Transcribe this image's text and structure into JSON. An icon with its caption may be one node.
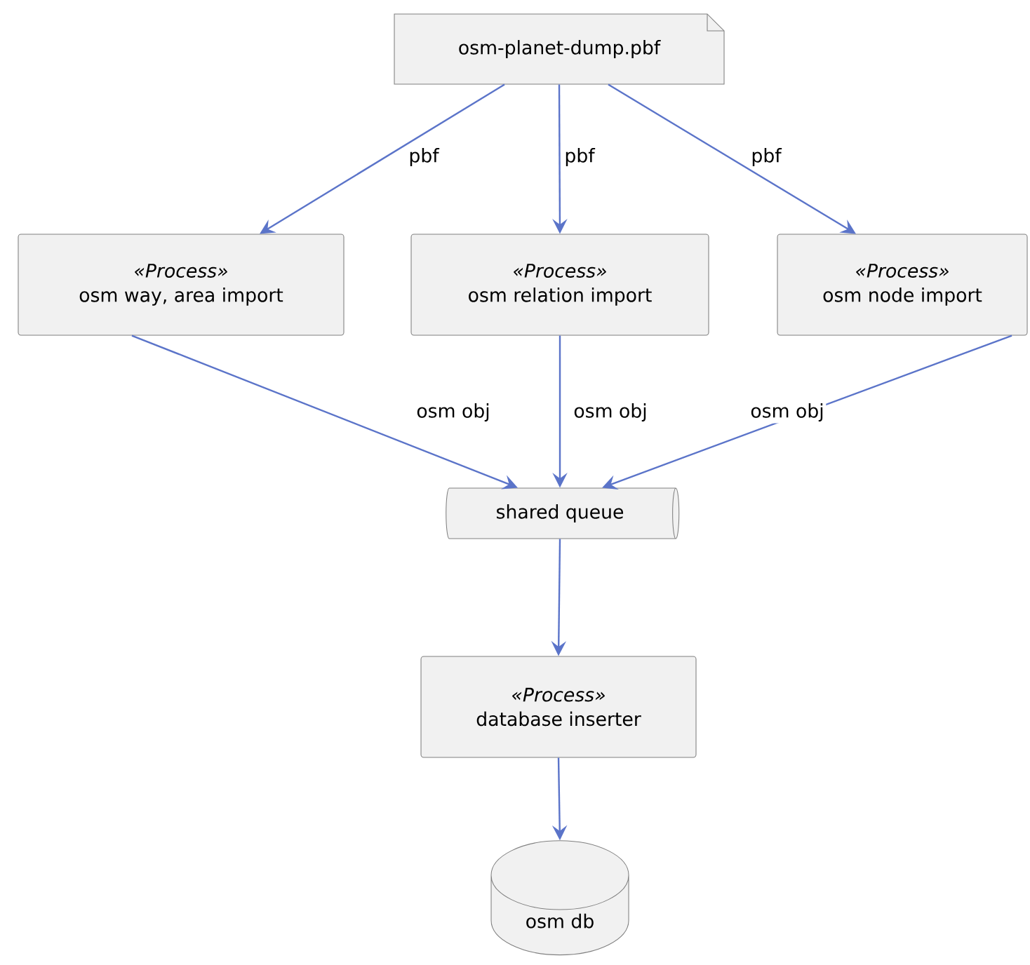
{
  "diagram": {
    "nodes": [
      {
        "text": [
          "osm-planet-dump.pbf"
        ]
      },
      {
        "text": [
          "«Process»",
          "osm way, area import"
        ]
      },
      {
        "text": [
          "«Process»",
          "osm relation import"
        ]
      },
      {
        "text": [
          "«Process»",
          "osm node import"
        ]
      },
      {
        "text": [
          "shared queue"
        ]
      },
      {
        "text": [
          "«Process»",
          "database inserter"
        ]
      },
      {
        "text": [
          "osm db"
        ]
      }
    ],
    "edges": [
      {
        "from": 0,
        "to": 1,
        "arrow": "to",
        "label": "pbf"
      },
      {
        "from": 0,
        "to": 2,
        "arrow": "to",
        "label": "pbf"
      },
      {
        "from": 0,
        "to": 3,
        "arrow": "to",
        "label": "pbf"
      },
      {
        "from": 1,
        "to": 4,
        "arrow": "to",
        "label": "osm obj"
      },
      {
        "from": 2,
        "to": 4,
        "arrow": "to",
        "label": "osm obj"
      },
      {
        "from": 3,
        "to": 4,
        "arrow": "to",
        "label": "osm obj"
      },
      {
        "from": 4,
        "to": 5,
        "arrow": "to"
      },
      {
        "from": 5,
        "to": 6,
        "arrow": "to"
      }
    ]
  }
}
